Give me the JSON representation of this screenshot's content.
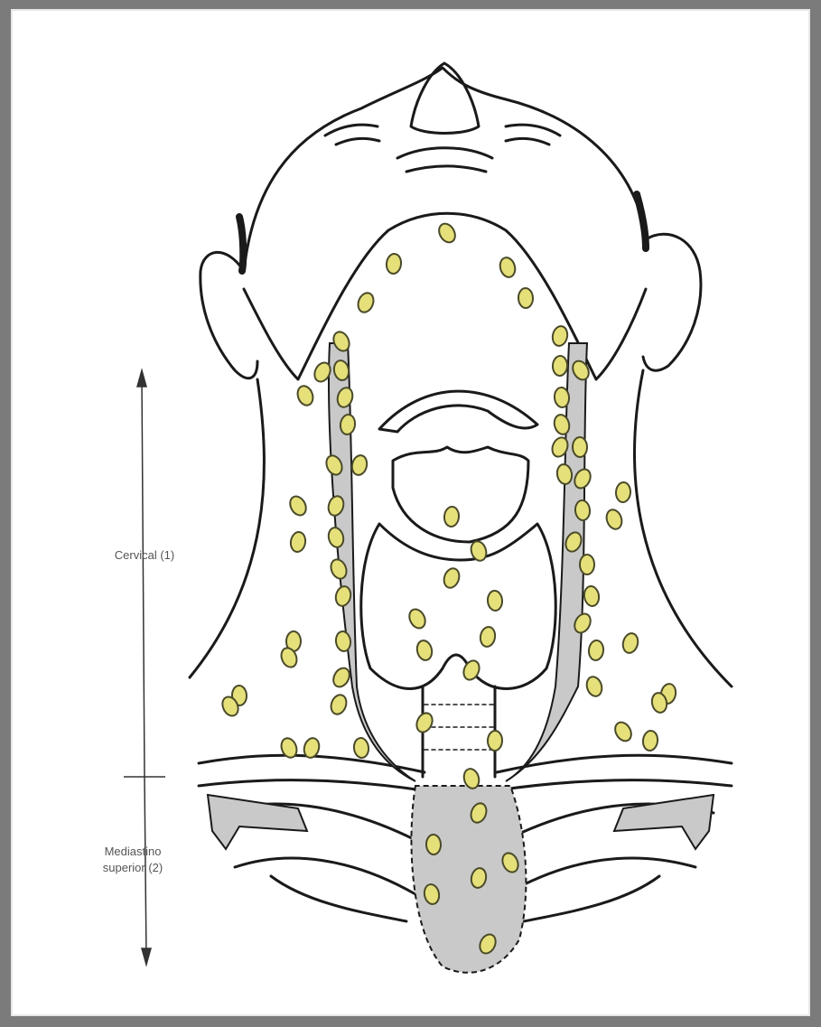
{
  "figure": {
    "background": "#7b7b7b",
    "panel_background": "#ffffff",
    "node_color": "#e6e07a",
    "node_stroke": "#4a4a2a",
    "shade_color": "#c9c9c9"
  },
  "labels": {
    "cervical": "Cervical (1)",
    "mediastino_line1": "Mediastino",
    "mediastino_line2": "superior (2)"
  },
  "icons": {
    "upper_arrow": "arrow-up-icon",
    "lower_arrow": "arrow-down-icon"
  }
}
